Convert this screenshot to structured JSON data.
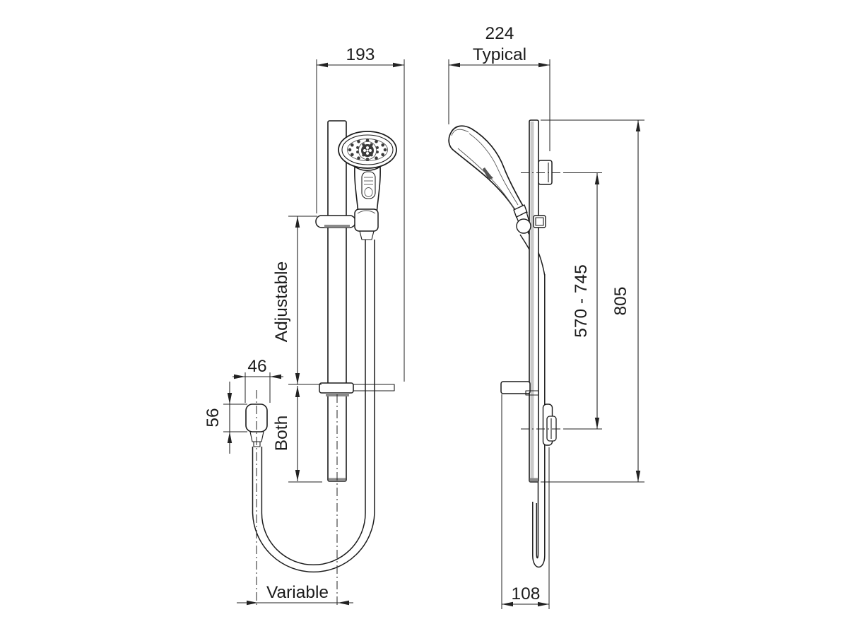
{
  "drawing": {
    "type": "technical-dimension-diagram",
    "subject": "hand shower on slide rail with shelf - front and side elevations",
    "units_note": "millimetres (implied)",
    "colors": {
      "line": "#1c1c1c",
      "background": "#ffffff",
      "rail_shading": "#c9c9c9"
    },
    "dimensions": {
      "front_width": "193",
      "side_projection": "224",
      "side_projection_note": "Typical",
      "upper_span_label": "Adjustable",
      "lower_span_label": "Both",
      "elbow_width": "46",
      "elbow_height": "56",
      "hose_offset_label": "Variable",
      "handset_height_range": "570 - 745",
      "rail_length": "805",
      "shelf_depth": "108"
    }
  }
}
